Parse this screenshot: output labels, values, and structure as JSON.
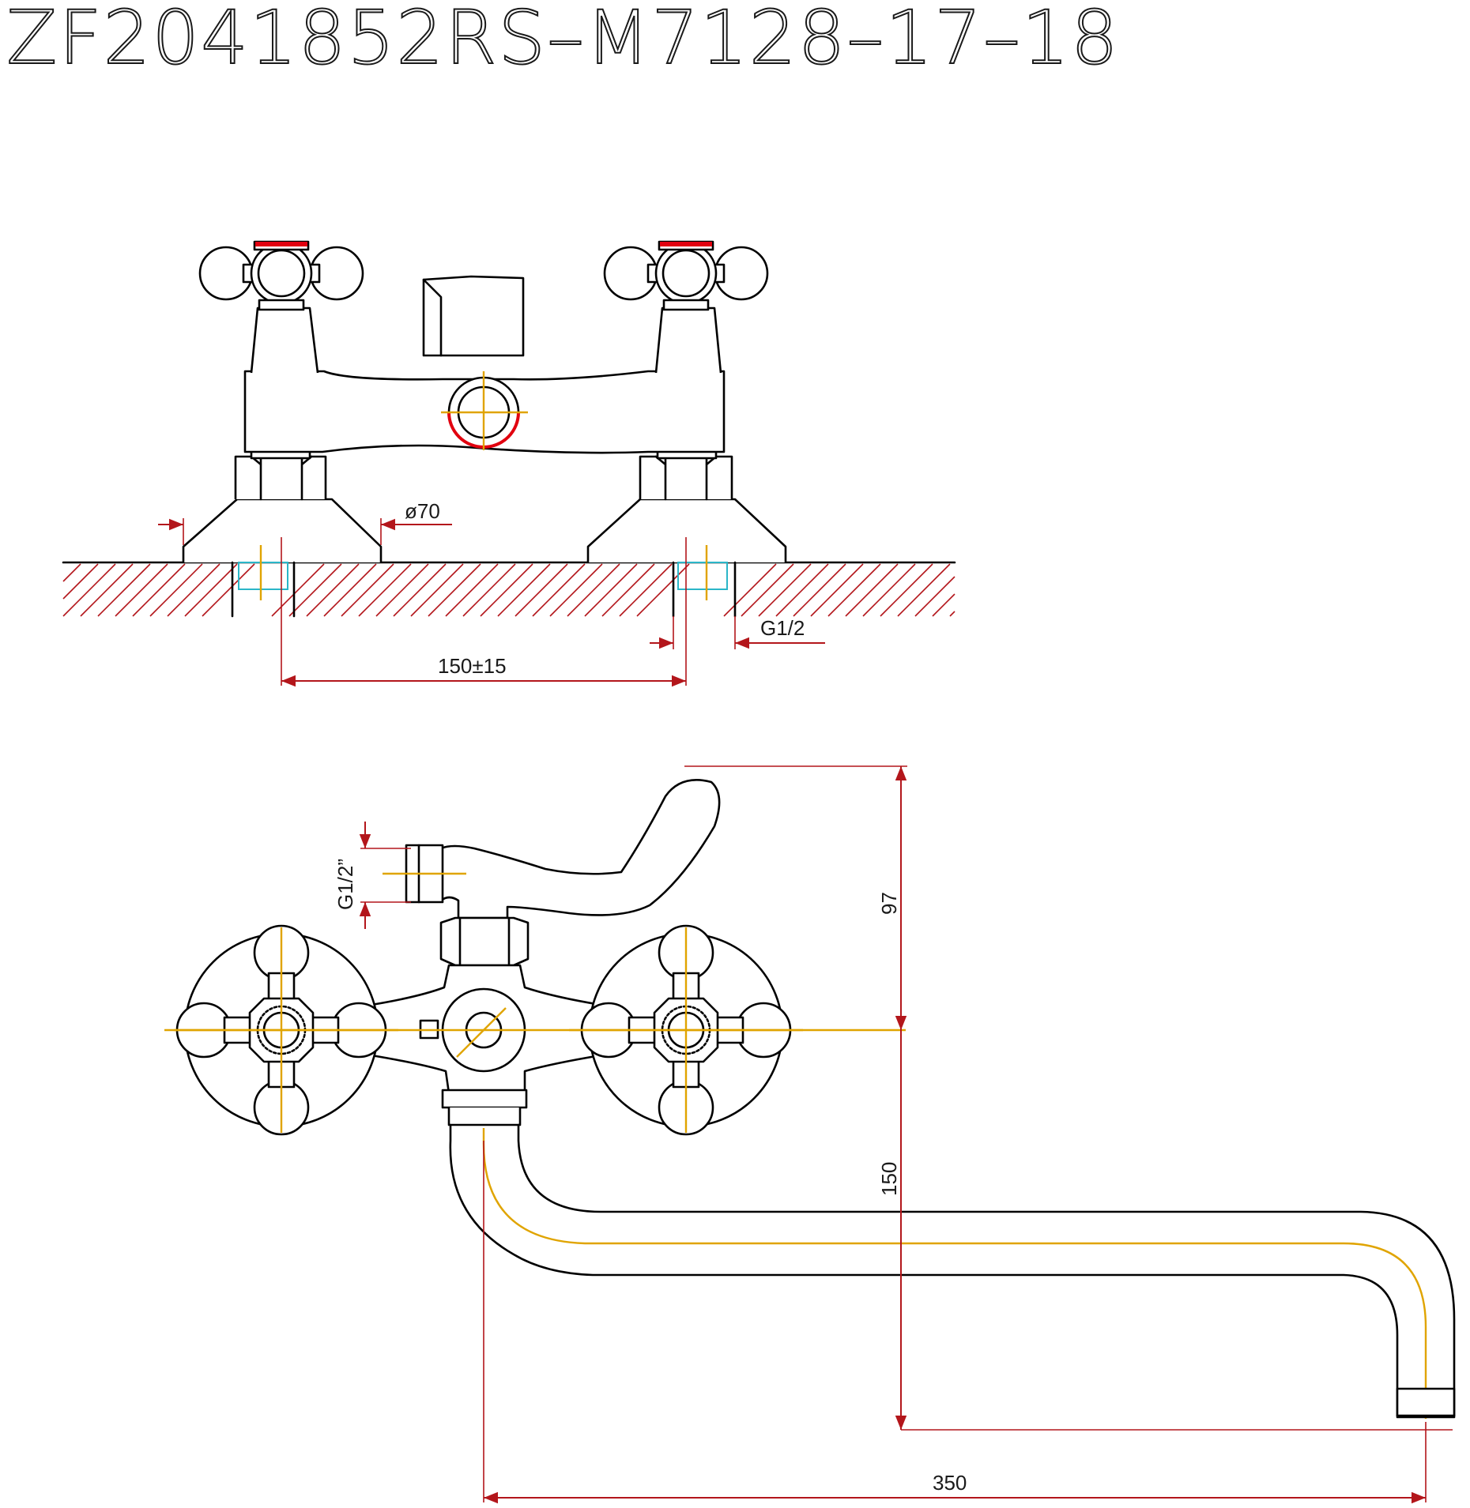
{
  "title": "ZF2041852RS–M7128–17–18",
  "dimensions": {
    "flange_diameter": "ø70",
    "thread_bottom": "G1/2",
    "centre_distance": "150±15",
    "shower_thread": "G1/2”",
    "height_upper": "97",
    "height_lower": "150",
    "spout_reach": "350"
  },
  "colors": {
    "outline": "#000000",
    "dimension_line": "#b3161b",
    "centre_line": "#e0a400",
    "thread_highlight": "#2bb6c8",
    "hot_marker": "#e1000f"
  }
}
